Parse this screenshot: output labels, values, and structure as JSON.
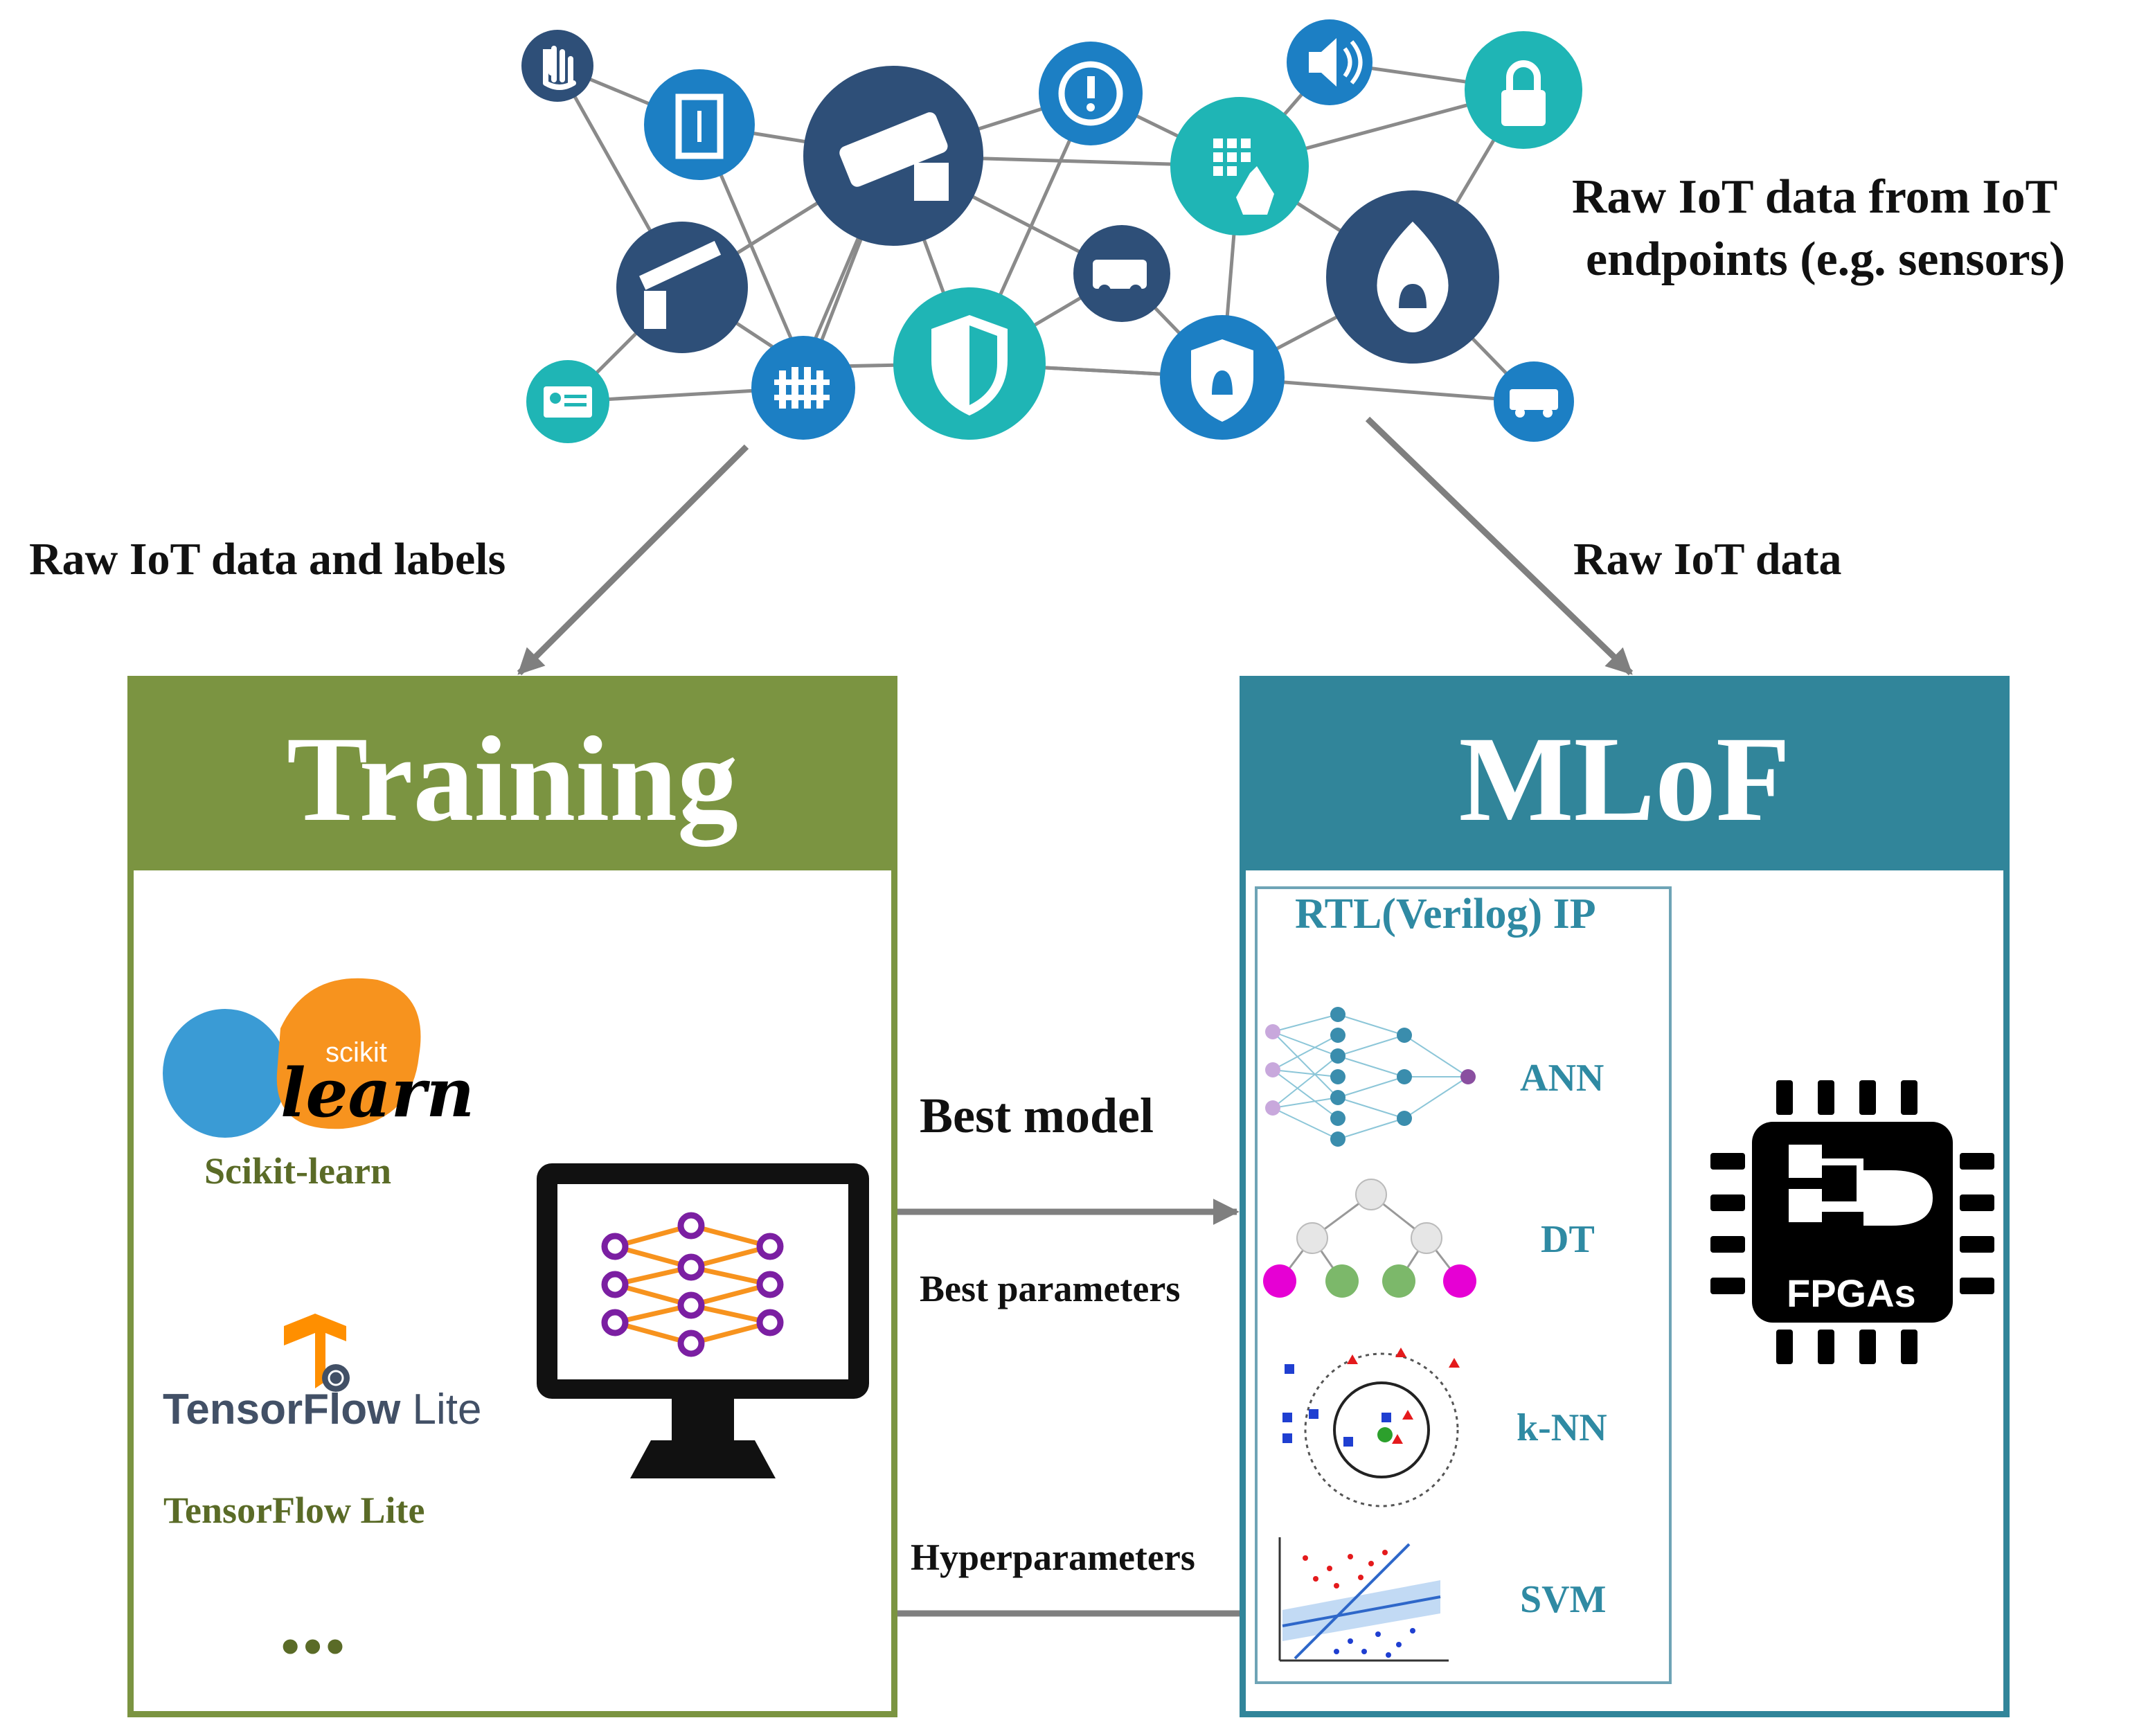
{
  "iot": {
    "caption_line1": "Raw IoT data from IoT",
    "caption_line2": "endpoints (e.g. sensors)"
  },
  "edges": {
    "left": "Raw IoT data and labels",
    "right": "Raw IoT data",
    "best_model": "Best model",
    "best_parameters": "Best parameters",
    "hyperparameters": "Hyperparameters"
  },
  "training": {
    "title": "Training",
    "sklearn_logo_small": "scikit",
    "sklearn_logo_big": "learn",
    "sklearn_label": "Scikit-learn",
    "tflite_logo_a": "TensorFlow",
    "tflite_logo_b": " Lite",
    "tflite_label": "TensorFlow Lite",
    "more": "•••"
  },
  "mlof": {
    "title": "MLoF",
    "rtl_title": "RTL(Verilog) IP",
    "algorithms": [
      "ANN",
      "DT",
      "k-NN",
      "SVM"
    ],
    "chip_label": "FPGAs"
  },
  "colors": {
    "training": "#7b9441",
    "mlof": "#31859a",
    "node_dark": "#2e4f78",
    "node_blue": "#1c7fc4",
    "node_teal": "#1fb5b5",
    "arrow": "#7f7f7f"
  }
}
